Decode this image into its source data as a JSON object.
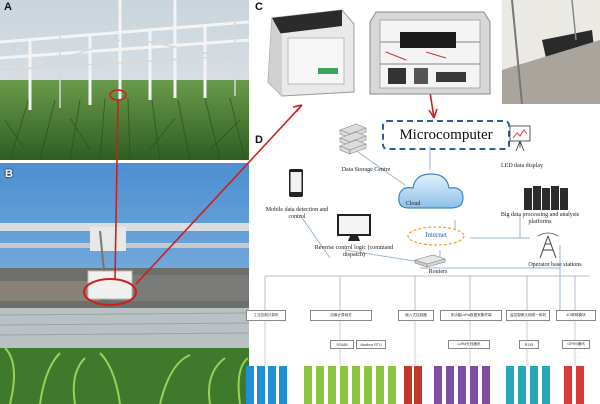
{
  "panels": {
    "a": "A",
    "b": "B",
    "c": "C",
    "d": "D"
  },
  "microcomputer": "Microcomputer",
  "nodes": {
    "data_storage": "Data Storage Centre",
    "led_display": "LED data display",
    "cloud": "Cloud",
    "big_data": "Big data processing and analysis platforms",
    "mobile": "Mobile data detection and control",
    "internet": "Internet",
    "reverse_control": "Reverse control logic (command dispatch)",
    "routers": "Routers",
    "operator": "Operator base stations"
  },
  "hardware_row": [
    "工业控制计算机",
    "边缘计算网关",
    "嵌入式控制器",
    "多功能LoRa数据采集终端",
    "监控摄像头网络一体机",
    "4G联网模块"
  ],
  "protocol_row": [
    "RS485",
    "Modbus RTU",
    "LoRa无线通讯",
    "RJ45",
    "GPRS通讯"
  ],
  "colors": {
    "accent_red": "#cc1f1f",
    "dash_blue": "#2a5f9e",
    "bar_blue": "#1f8fd6",
    "bar_green": "#8cc63f",
    "bar_purple": "#7d4ea3",
    "bar_teal": "#27a8b5",
    "bar_red": "#d63a3a"
  }
}
